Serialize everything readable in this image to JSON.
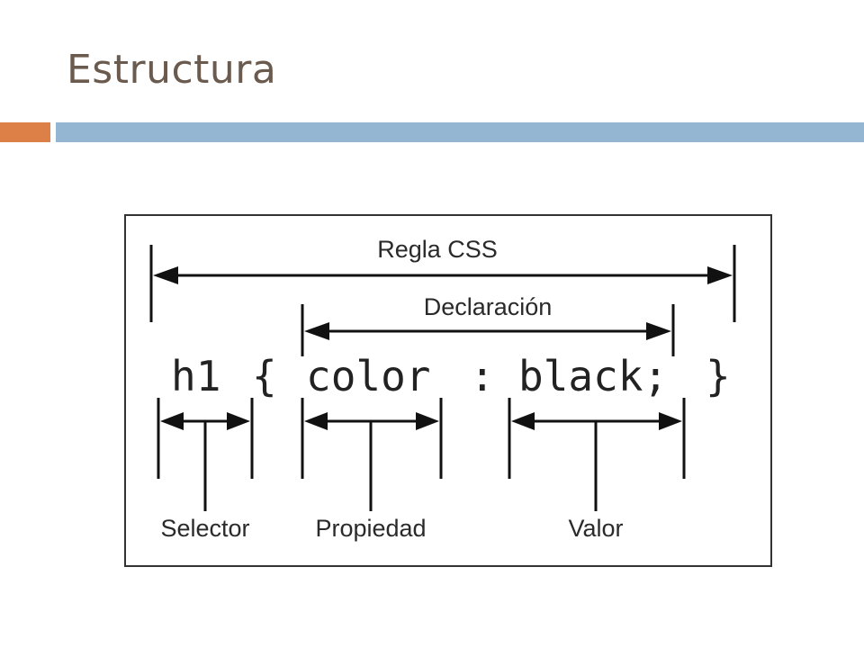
{
  "slide": {
    "title": "Estructura"
  },
  "diagram": {
    "rule_label": "Regla CSS",
    "declaration_label": "Declaración",
    "code": {
      "selector": "h1",
      "open_brace": "{",
      "property": "color",
      "colon": ":",
      "value": "black;",
      "close_brace": "}"
    },
    "parts": {
      "selector_label": "Selector",
      "property_label": "Propiedad",
      "value_label": "Valor"
    }
  },
  "colors": {
    "accent_orange": "#dd8047",
    "accent_blue": "#94b6d2",
    "title": "#6b5a4e"
  }
}
